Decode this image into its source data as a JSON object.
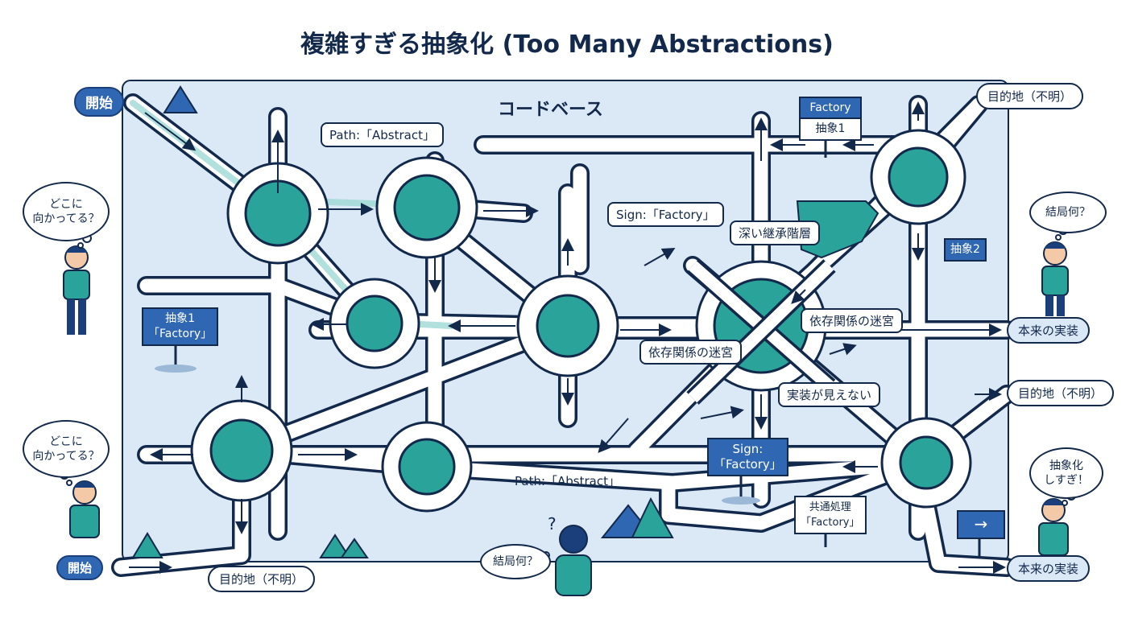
{
  "title": "複雑すぎる抽象化 (Too Many Abstractions)",
  "codebase_label": "コードベース",
  "start_labels": [
    "開始",
    "開始"
  ],
  "destination_labels": [
    "目的地（不明）",
    "目的地（不明）",
    "目的地（不明）"
  ],
  "real_impl_labels": [
    "本来の実装",
    "本来の実装"
  ],
  "path_labels": [
    "Path:「Abstract」",
    "Path:「Abstract」"
  ],
  "sign_factory_label": "Sign:「Factory」",
  "deep_inheritance": "深い継承階層",
  "dependency_maze": [
    "依存関係の迷宮",
    "依存関係の迷宮"
  ],
  "impl_invisible": "実装が見えない",
  "signs": {
    "factory_top_upper": "Factory",
    "factory_top_lower": "抽象1",
    "abstraction2": "抽象2",
    "left_sign_line1": "抽象1",
    "left_sign_line2": "「Factory」",
    "bottom_sign_line1": "Sign:",
    "bottom_sign_line2": "「Factory」",
    "common_line1": "共通処理",
    "common_line2": "「Factory」",
    "arrow": "→"
  },
  "thoughts": {
    "where_going_1": [
      "どこに",
      "向かってる？"
    ],
    "where_going_2": [
      "どこに",
      "向かってる？"
    ],
    "what_after_all_1": "結局何？",
    "what_after_all_2": "結局何？",
    "too_abstract": [
      "抽象化",
      "しすぎ！"
    ]
  },
  "colors": {
    "navy": "#13294b",
    "teal": "#2aa39b",
    "light_blue": "#dbe9f7",
    "sign_blue": "#2f67b3"
  }
}
